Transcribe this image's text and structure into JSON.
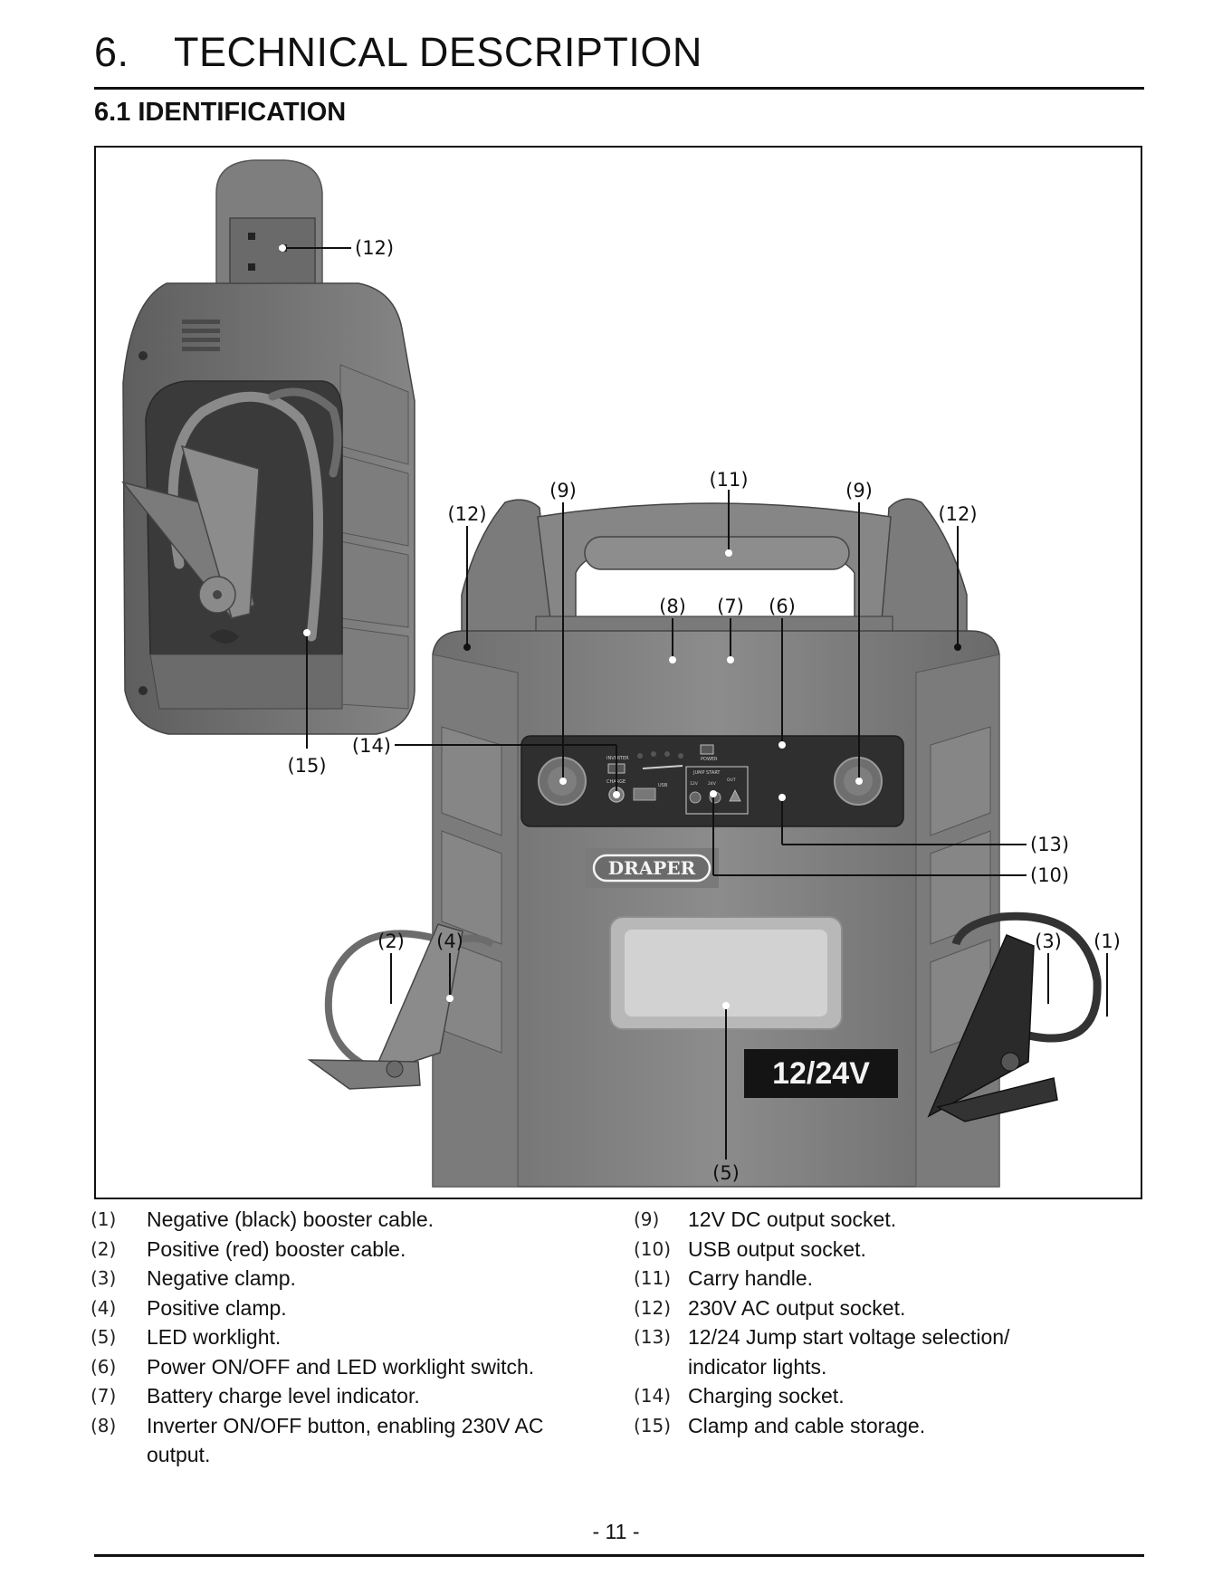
{
  "heading": {
    "number": "6.",
    "title": "TECHNICAL DESCRIPTION"
  },
  "subheading": "6.1 IDENTIFICATION",
  "figure": {
    "callouts": {
      "c12_top": "(12)",
      "c15": "(15)",
      "c14": "(14)",
      "c12_left": "(12)",
      "c9_left": "(9)",
      "c11": "(11)",
      "c9_right": "(9)",
      "c12_right": "(12)",
      "c8": "(8)",
      "c7": "(7)",
      "c6": "(6)",
      "c13": "(13)",
      "c10": "(10)",
      "c2": "(2)",
      "c4": "(4)",
      "c3": "(3)",
      "c1": "(1)",
      "c5": "(5)"
    },
    "brand_label": "DRAPER",
    "voltage_label": "12/24V",
    "panel_labels": {
      "inverter": "INVERTER",
      "charge": "CHARGE",
      "usb": "USB",
      "power": "POWER",
      "jump_start": "JUMP START",
      "v12": "12V",
      "v24": "24V",
      "out": "OUT"
    }
  },
  "legend_left": [
    {
      "num": "(1)",
      "text": "Negative (black) booster cable."
    },
    {
      "num": "(2)",
      "text": "Positive (red) booster cable."
    },
    {
      "num": "(3)",
      "text": "Negative clamp."
    },
    {
      "num": "(4)",
      "text": "Positive clamp."
    },
    {
      "num": "(5)",
      "text": "LED worklight."
    },
    {
      "num": "(6)",
      "text": "Power ON/OFF and LED worklight switch."
    },
    {
      "num": "(7)",
      "text": "Battery charge level indicator."
    },
    {
      "num": "(8)",
      "text": "Inverter ON/OFF button, enabling 230V AC output."
    }
  ],
  "legend_right": [
    {
      "num": "(9)",
      "text": "12V DC output socket."
    },
    {
      "num": "(10)",
      "text": "USB output socket."
    },
    {
      "num": "(11)",
      "text": "Carry handle."
    },
    {
      "num": "(12)",
      "text": "230V AC output socket."
    },
    {
      "num": "(13)",
      "text": "12/24 Jump start voltage selection/ indicator lights."
    },
    {
      "num": "(14)",
      "text": "Charging socket."
    },
    {
      "num": "(15)",
      "text": "Clamp and cable storage."
    }
  ],
  "page_number": "- 11 -"
}
